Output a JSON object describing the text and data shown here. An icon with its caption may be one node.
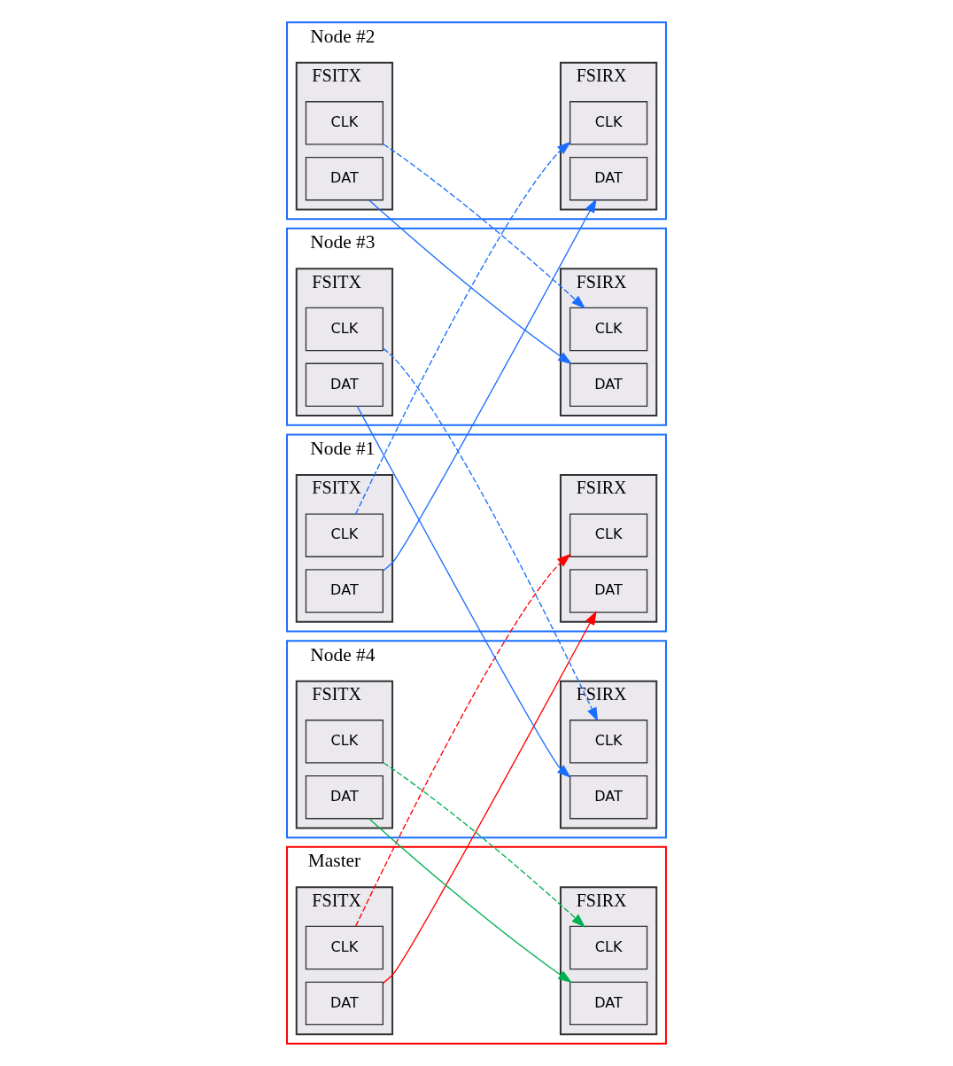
{
  "diagram": {
    "nodes": [
      {
        "text": [
          "Master"
        ]
      },
      {
        "text": [
          "FSITX"
        ],
        "in": 0
      },
      {
        "text": [
          "CLK"
        ],
        "in": 1
      },
      {
        "text": [
          "DAT"
        ],
        "in": 1
      },
      {
        "text": [
          "FSIRX"
        ],
        "in": 0
      },
      {
        "text": [
          "CLK"
        ],
        "in": 4
      },
      {
        "text": [
          "DAT"
        ],
        "in": 4
      },
      {
        "text": [
          "Node #1"
        ]
      },
      {
        "text": [
          "FSIRX"
        ],
        "in": 7
      },
      {
        "text": [
          "CLK"
        ],
        "in": 8
      },
      {
        "text": [
          "DAT"
        ],
        "in": 8
      },
      {
        "text": [
          "FSITX"
        ],
        "in": 7
      },
      {
        "text": [
          "CLK"
        ],
        "in": 11
      },
      {
        "text": [
          "DAT"
        ],
        "in": 11
      },
      {
        "text": [
          "Node #2"
        ]
      },
      {
        "text": [
          "FSIRX"
        ],
        "in": 14
      },
      {
        "text": [
          "CLK"
        ],
        "in": 15
      },
      {
        "text": [
          "DAT"
        ],
        "in": 15
      },
      {
        "text": [
          "FSITX"
        ],
        "in": 14
      },
      {
        "text": [
          "CLK"
        ],
        "in": 18
      },
      {
        "text": [
          "DAT"
        ],
        "in": 18
      },
      {
        "text": [
          "Node #3"
        ]
      },
      {
        "text": [
          "FSIRX"
        ],
        "in": 21
      },
      {
        "text": [
          "CLK"
        ],
        "in": 22
      },
      {
        "text": [
          "DAT"
        ],
        "in": 22
      },
      {
        "text": [
          "FSITX"
        ],
        "in": 21
      },
      {
        "text": [
          "CLK"
        ],
        "in": 25
      },
      {
        "text": [
          "DAT"
        ],
        "in": 25
      },
      {
        "text": [
          "Node #4"
        ]
      },
      {
        "text": [
          "FSIRX"
        ],
        "in": 28
      },
      {
        "text": [
          "CLK"
        ],
        "in": 29
      },
      {
        "text": [
          "DAT"
        ],
        "in": 29
      },
      {
        "text": [
          "FSITX"
        ],
        "in": 28
      },
      {
        "text": [
          "CLK"
        ],
        "in": 32
      },
      {
        "text": [
          "DAT"
        ],
        "in": 32
      }
    ],
    "edges": [
      {
        "from": 2,
        "to": 9,
        "arrow": "to",
        "style": "dashed",
        "color": "#ff0000"
      },
      {
        "from": 3,
        "to": 10,
        "arrow": "to",
        "color": "#ff0000"
      },
      {
        "from": 12,
        "to": 16,
        "arrow": "to",
        "style": "dashed"
      },
      {
        "from": 13,
        "to": 17,
        "arrow": "to"
      },
      {
        "from": 19,
        "to": 23,
        "arrow": "to",
        "style": "dashed"
      },
      {
        "from": 20,
        "to": 24,
        "arrow": "to"
      },
      {
        "from": 26,
        "to": 30,
        "arrow": "to",
        "style": "dashed"
      },
      {
        "from": 27,
        "to": 31,
        "arrow": "to"
      },
      {
        "from": 33,
        "to": 5,
        "arrow": "to",
        "style": "dashed",
        "color": "#00b050"
      },
      {
        "from": 34,
        "to": 6,
        "arrow": "to",
        "color": "#00b050"
      }
    ]
  }
}
